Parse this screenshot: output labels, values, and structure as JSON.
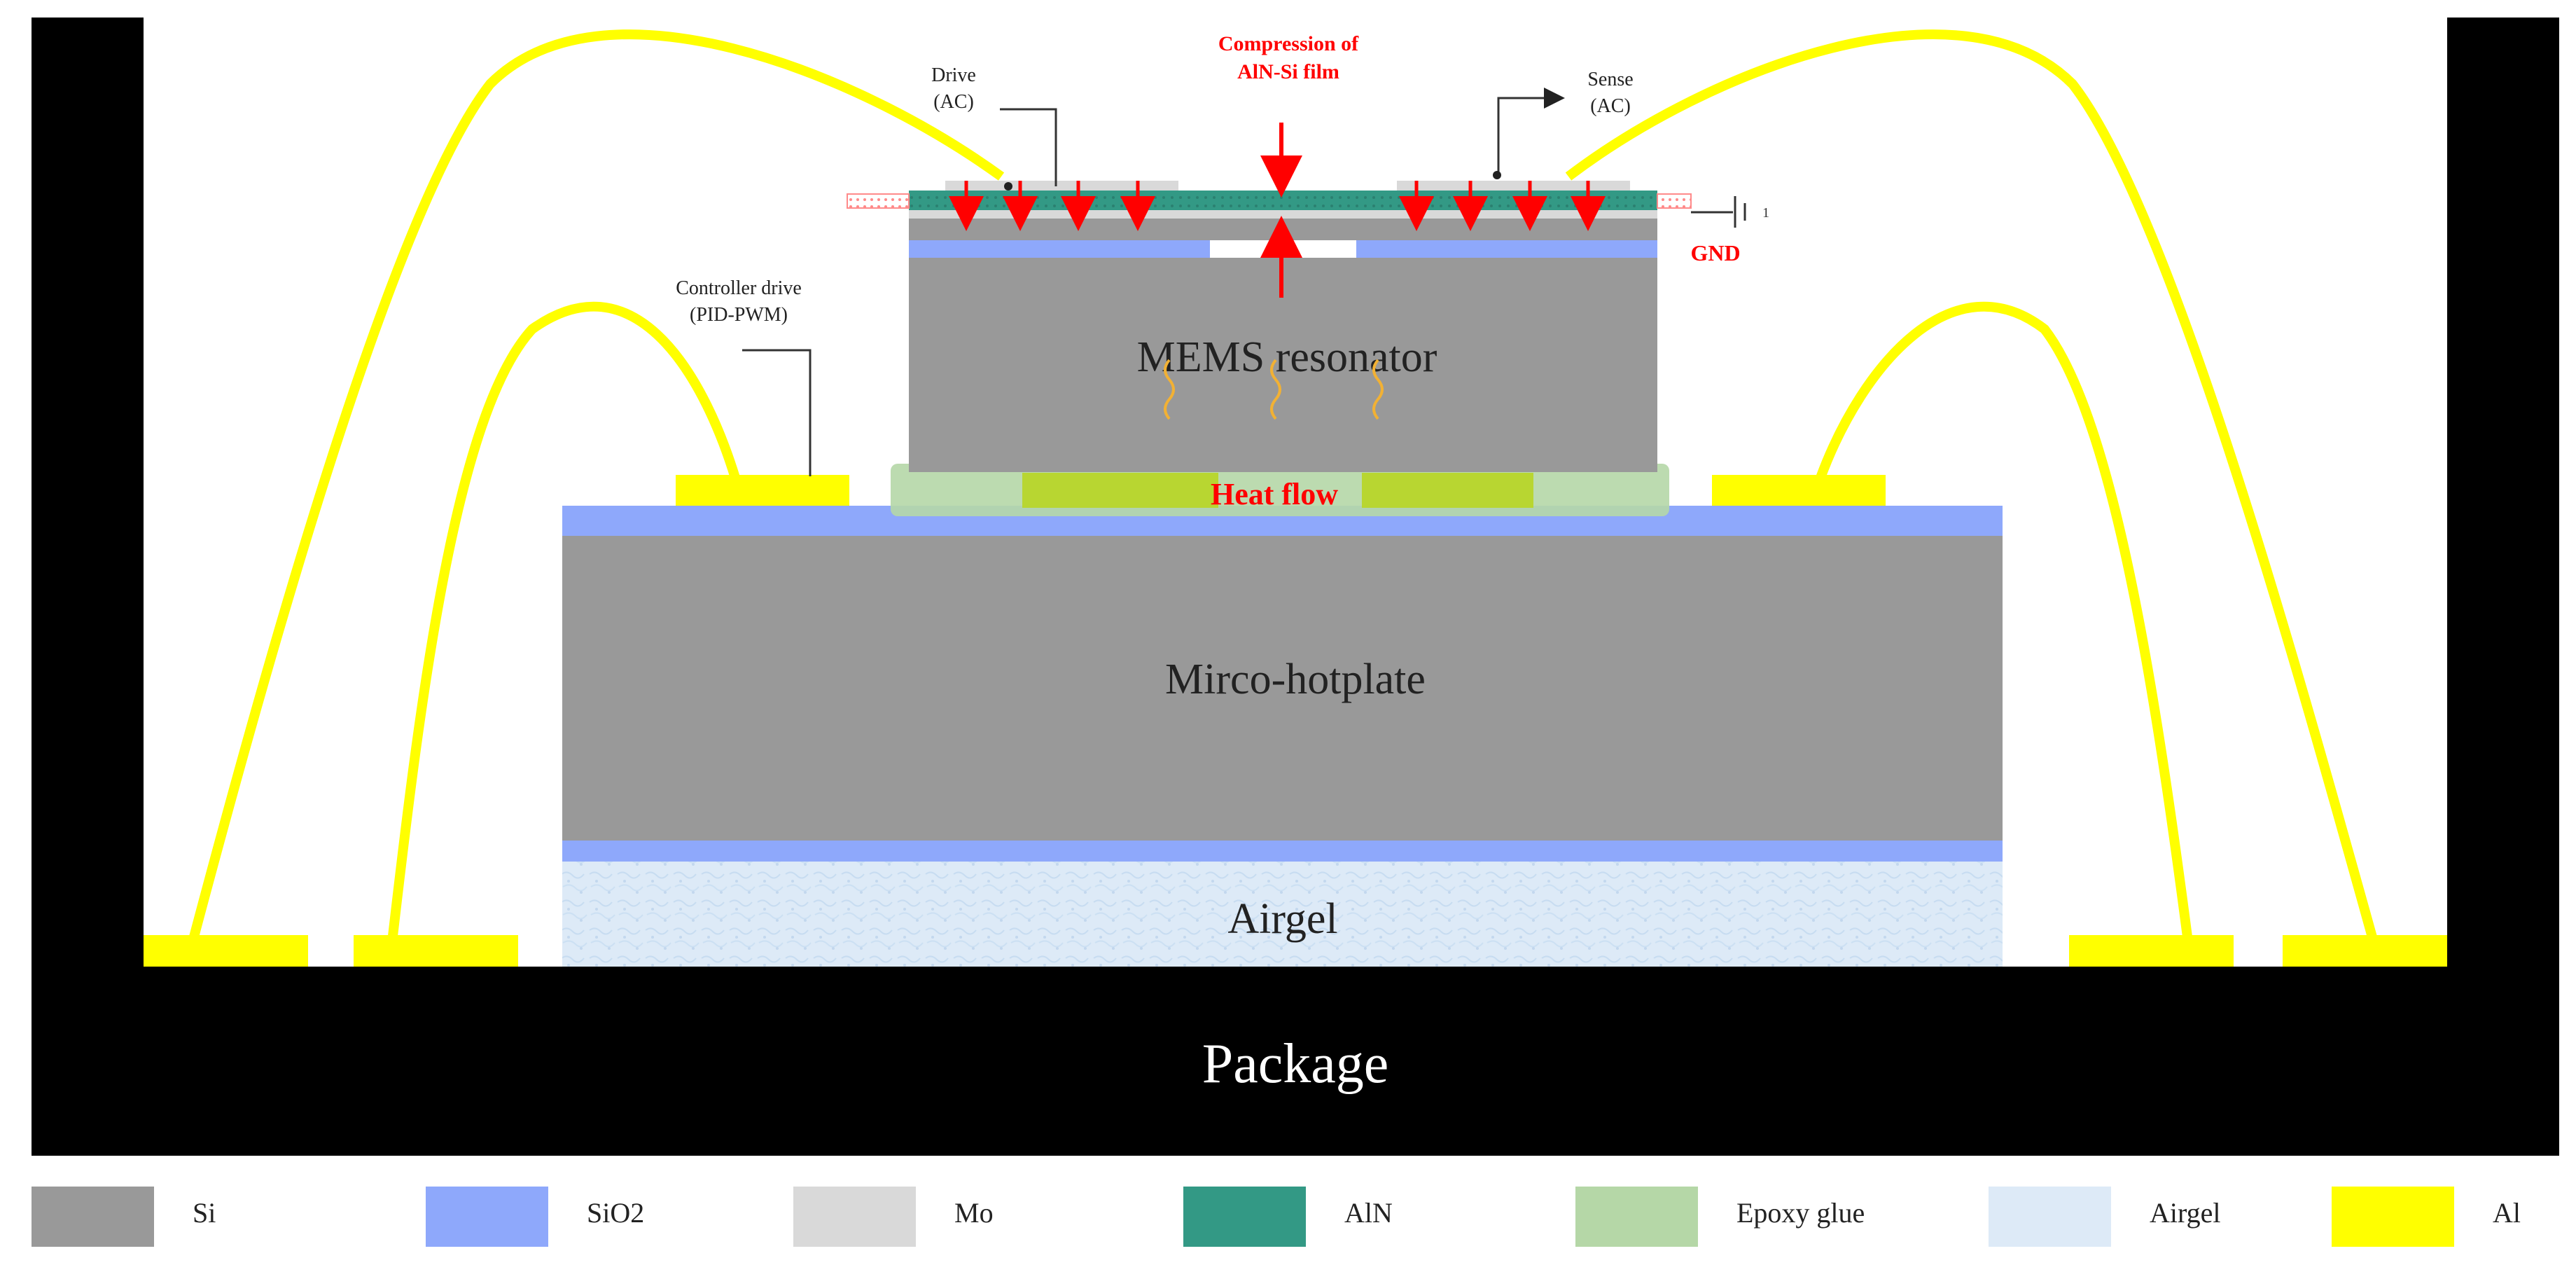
{
  "labels": {
    "package": "Package",
    "airgel_layer": "Airgel",
    "hotplate": "Mirco-hotplate",
    "resonator": "MEMS resonator",
    "heat_flow": "Heat flow",
    "compression_line1": "Compression of",
    "compression_line2": "AlN-Si  film",
    "drive_line1": "Drive",
    "drive_line2": "(AC)",
    "sense_line1": "Sense",
    "sense_line2": "(AC)",
    "controller_line1": "Controller drive",
    "controller_line2": "(PID-PWM)",
    "gnd": "GND",
    "ground_mark": "1"
  },
  "legend": [
    {
      "label": "Si",
      "color": "#999999"
    },
    {
      "label": "SiO2",
      "color": "#8EA8FB"
    },
    {
      "label": "Mo",
      "color": "#D9D9D9"
    },
    {
      "label": "AlN",
      "color": "#339985"
    },
    {
      "label": "Epoxy glue",
      "color": "#B5D7A7"
    },
    {
      "label": "Airgel",
      "color": "#DDEAF7"
    },
    {
      "label": "Al",
      "color": "#FFFF00"
    }
  ],
  "colors": {
    "package": "#000000",
    "si": "#999999",
    "sio2": "#8EA8FB",
    "mo": "#D9D9D9",
    "aln": "#339985",
    "epoxy": "#B5D7A7",
    "epoxy_core": "#B8D631",
    "airgel": "#DDEAF7",
    "al": "#FFFF00",
    "wire": "#FFFF00",
    "arrow": "#FF0000",
    "heat_wave": "#F2B134"
  }
}
